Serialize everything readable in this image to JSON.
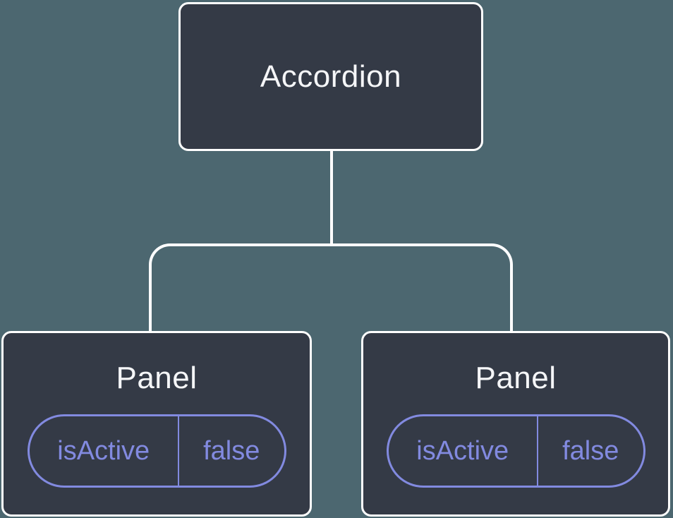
{
  "diagram": {
    "title": "component-tree",
    "root": {
      "label": "Accordion"
    },
    "children": [
      {
        "label": "Panel",
        "state": {
          "key": "isActive",
          "value": "false"
        }
      },
      {
        "label": "Panel",
        "state": {
          "key": "isActive",
          "value": "false"
        }
      }
    ],
    "colors": {
      "background": "#4C6770",
      "card_fill": "#343A46",
      "card_border": "#FFFFFF",
      "card_text": "#F5F6F8",
      "connector": "#FFFFFF",
      "state_accent": "#828AE0"
    }
  }
}
